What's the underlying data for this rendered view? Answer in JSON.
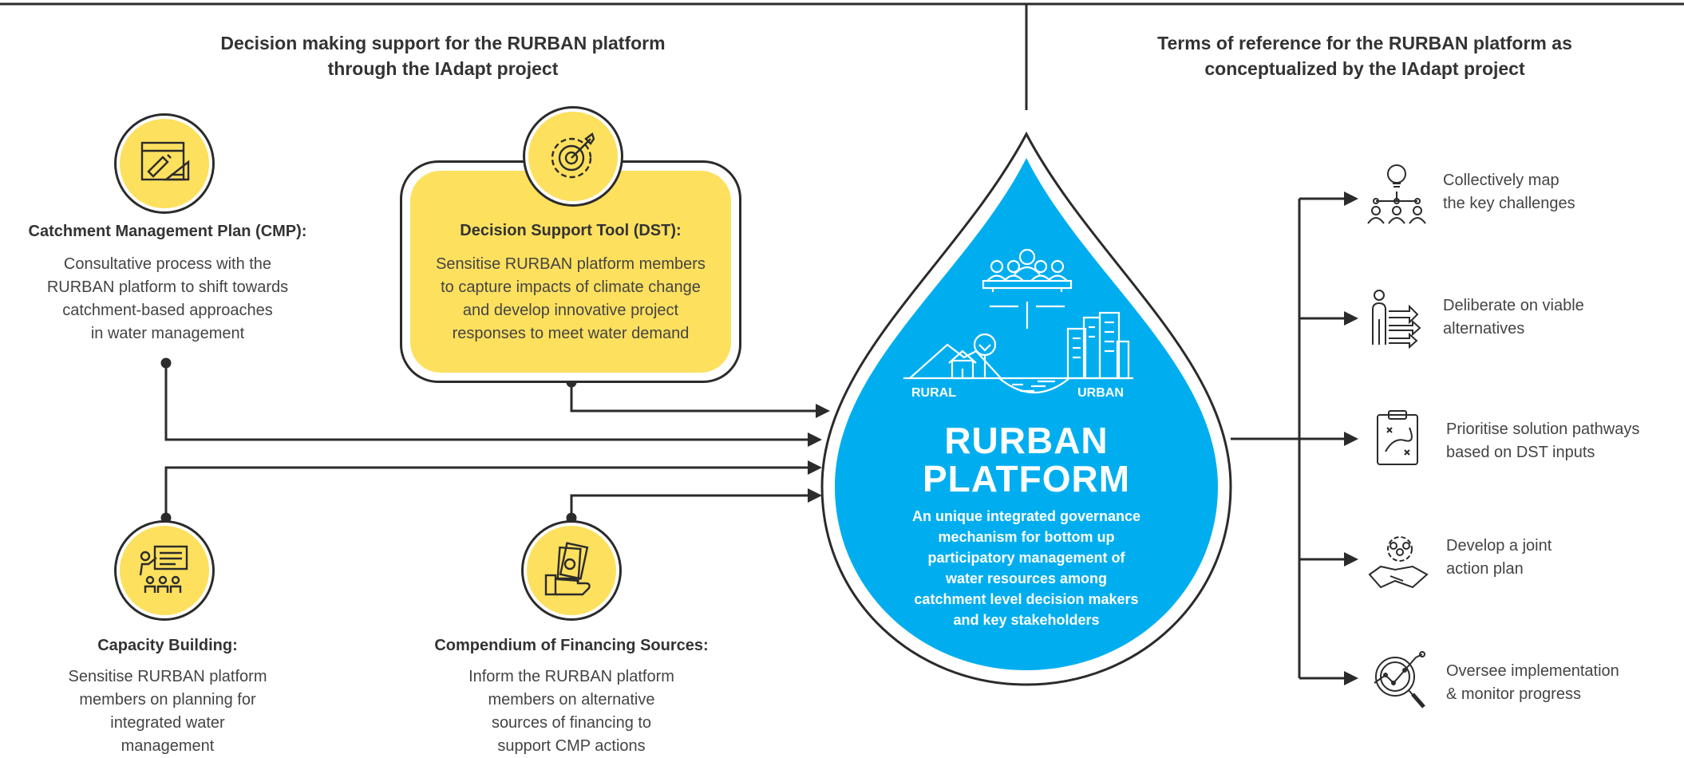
{
  "left_heading": [
    "Decision making support for the RURBAN platform",
    "through the IAdapt project"
  ],
  "right_heading": [
    "Terms of reference for the RURBAN platform as",
    "conceptualized by the IAdapt project"
  ],
  "blocks": {
    "cmp": {
      "title": "Catchment Management Plan (CMP):",
      "lines": [
        "Consultative process with the",
        "RURBAN platform to shift towards",
        "catchment-based approaches",
        "in water management"
      ],
      "icon": "blueprint-icon"
    },
    "dst": {
      "title": "Decision Support Tool (DST):",
      "lines": [
        "Sensitise RURBAN platform members",
        "to capture impacts of climate change",
        "and develop innovative project",
        "responses to meet water demand"
      ],
      "icon": "gear-target-icon"
    },
    "capacity": {
      "title": "Capacity Building:",
      "lines": [
        "Sensitise RURBAN platform",
        "members on planning for",
        "integrated water",
        "management"
      ],
      "icon": "presentation-icon"
    },
    "finance": {
      "title": "Compendium of Financing Sources:",
      "lines": [
        "Inform the RURBAN platform",
        "members on alternative",
        "sources of financing to",
        "support CMP actions"
      ],
      "icon": "money-hand-icon"
    }
  },
  "drop": {
    "rural_label": "RURAL",
    "urban_label": "URBAN",
    "title": [
      "RURBAN",
      "PLATFORM"
    ],
    "description": [
      "An unique integrated governance",
      "mechanism for bottom up",
      "participatory management of",
      "water resources among",
      "catchment level decision makers",
      "and key stakeholders"
    ]
  },
  "terms": [
    {
      "lines": [
        "Collectively map",
        "the key challenges"
      ],
      "icon": "idea-network-icon"
    },
    {
      "lines": [
        "Deliberate on viable",
        "alternatives"
      ],
      "icon": "presenter-arrows-icon"
    },
    {
      "lines": [
        "Prioritise solution pathways",
        "based on DST inputs"
      ],
      "icon": "clipboard-strategy-icon"
    },
    {
      "lines": [
        "Develop a joint",
        "action plan"
      ],
      "icon": "handshake-team-icon"
    },
    {
      "lines": [
        "Oversee implementation",
        "& monitor progress"
      ],
      "icon": "magnifier-chart-icon"
    }
  ],
  "colors": {
    "accent_yellow": "#fde05e",
    "drop_blue": "#00aeef",
    "line": "#2b2b2b"
  }
}
